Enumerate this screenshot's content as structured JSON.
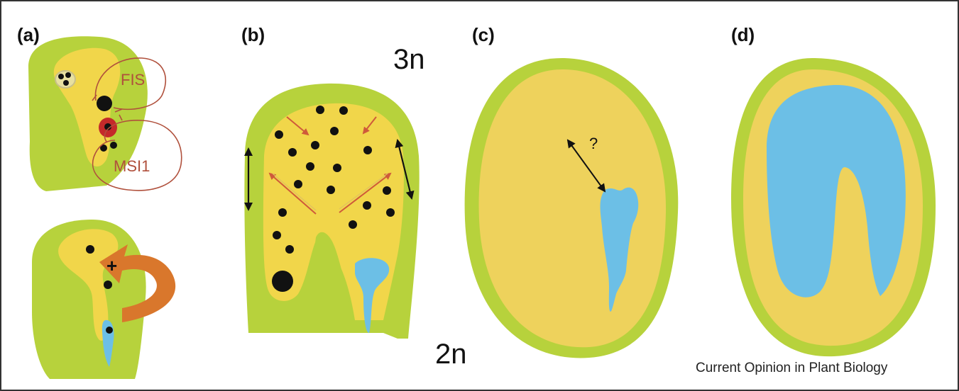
{
  "labels": {
    "panel_a": "(a)",
    "panel_b": "(b)",
    "panel_c": "(c)",
    "panel_d": "(d)",
    "ploidy_3n": "3n",
    "ploidy_2n": "2n",
    "gene_fis": "FIS",
    "gene_msi1": "MSI1",
    "question_mark": "?",
    "plus_sign": "+",
    "credit": "Current Opinion in Plant Biology"
  },
  "colors": {
    "seed_coat": "#b7d23c",
    "endosperm": "#f1d64a",
    "endosperm_pale": "#eed25c",
    "embryo": "#6cbfe6",
    "nucleus": "#111111",
    "arrow_red": "#cf5a3a",
    "arrow_orange": "#d9772c",
    "gene_outline": "#b0503c",
    "central_cell_red": "#c42a2a"
  }
}
